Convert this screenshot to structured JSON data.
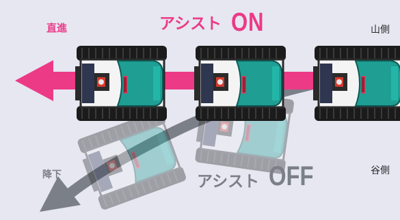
{
  "labels": {
    "straight": "直進",
    "assist_on_prefix": "アシスト",
    "assist_on_suffix": "ON",
    "mountain_side": "山側",
    "downhill": "降下",
    "assist_off_prefix": "アシスト",
    "assist_off_suffix": "OFF",
    "valley_side": "谷側"
  },
  "colors": {
    "background": "#e6e7f1",
    "accent_pink": "#ec3a87",
    "assist_off_gray": "#7b7f88",
    "label_text": "#2b2b2b",
    "label_muted": "#7d8088",
    "machine_teal": "#1f9e93",
    "machine_frame": "#2a2a2a",
    "track_black": "#1a1a1a"
  },
  "icons": {
    "straight_arrow": "arrow-left-icon",
    "curve_arrow": "curved-arrow-icon"
  }
}
